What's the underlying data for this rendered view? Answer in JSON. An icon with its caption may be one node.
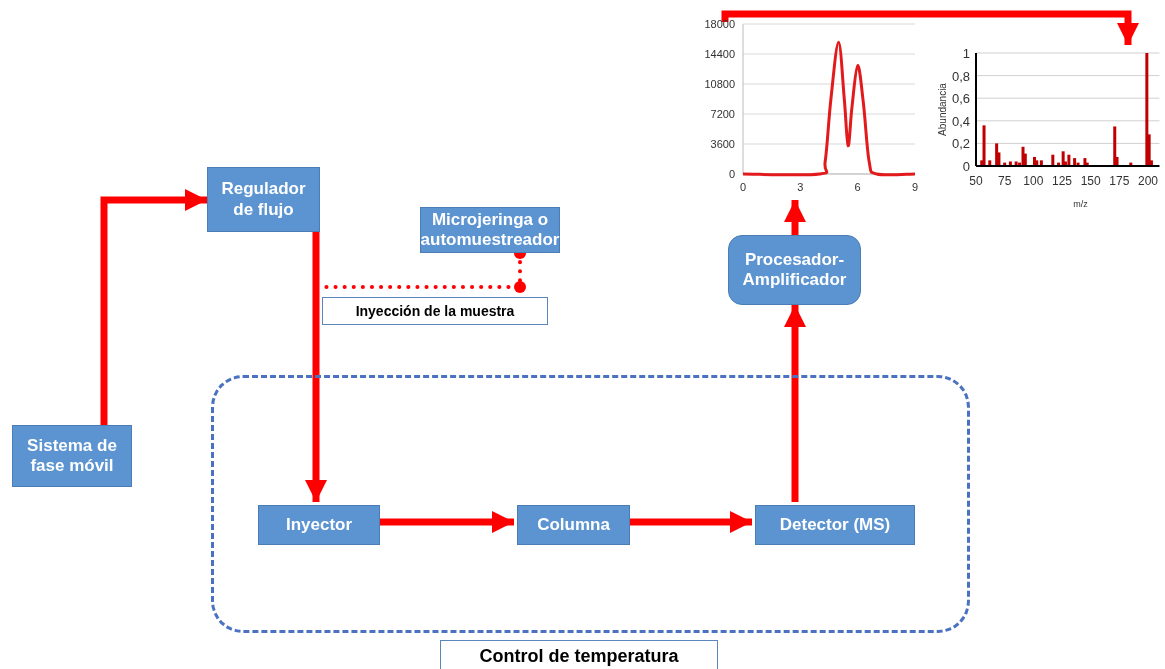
{
  "diagram": {
    "nodes": [
      {
        "text": [
          "Regulador de flujo"
        ]
      },
      {
        "text": [
          "Microjeringa o automuestreador"
        ]
      },
      {
        "text": [
          "Procesador-Amplificador"
        ]
      },
      {
        "text": [
          "Sistema de fase móvil"
        ]
      },
      {
        "text": [
          "Control de temperatura"
        ]
      },
      {
        "text": [
          "Inyector"
        ],
        "in": 4
      },
      {
        "text": [
          "Columna"
        ],
        "in": 4
      },
      {
        "text": [
          "Detector (MS)"
        ],
        "in": 4
      },
      {
        "text": [],
        "shape": "chart"
      },
      {
        "text": [],
        "shape": "chart"
      }
    ],
    "edges": [
      {
        "from": 3,
        "to": 0,
        "arrow": "to"
      },
      {
        "from": 0,
        "to": 5,
        "arrow": "to"
      },
      {
        "from": 1,
        "to": null,
        "arrow": "other",
        "style": "dashed",
        "label": "Inyección de la muestra"
      },
      {
        "from": 5,
        "to": 6,
        "arrow": "to"
      },
      {
        "from": 6,
        "to": 7,
        "arrow": "to"
      },
      {
        "from": 7,
        "to": 2,
        "arrow": "to"
      },
      {
        "from": 2,
        "to": 8,
        "arrow": "to"
      },
      {
        "from": 8,
        "to": 9,
        "arrow": "to"
      }
    ],
    "chart_data": [
      {
        "type": "line",
        "x": [
          0,
          4,
          4.3,
          4.6,
          5,
          5.3,
          5.5,
          5.7,
          6,
          6.3,
          6.6,
          7,
          9
        ],
        "series": [
          {
            "color": "#e31a1c",
            "values": [
              0,
              0,
              1500,
              9000,
              15800,
              9000,
              3400,
              8000,
              13000,
              8500,
              1500,
              0,
              0
            ]
          }
        ],
        "grid": true,
        "xlim": [
          0,
          9
        ],
        "ylim": [
          0,
          18000
        ],
        "xticks": [
          0,
          3,
          6,
          9
        ],
        "yticks": [
          0,
          3600,
          7200,
          10800,
          14400,
          18000
        ]
      },
      {
        "type": "bar",
        "xlabel": "m/z",
        "ylabel": "Abundancia",
        "x": [
          55,
          57,
          62,
          68,
          70,
          75,
          80,
          85,
          88,
          91,
          93,
          101,
          103,
          107,
          117,
          122,
          126,
          128,
          131,
          136,
          139,
          145,
          147,
          171,
          173,
          185,
          199,
          201,
          203
        ],
        "values": [
          0.05,
          0.36,
          0.05,
          0.2,
          0.12,
          0.03,
          0.04,
          0.04,
          0.03,
          0.17,
          0.11,
          0.08,
          0.05,
          0.05,
          0.1,
          0.03,
          0.13,
          0.04,
          0.1,
          0.07,
          0.03,
          0.07,
          0.03,
          0.35,
          0.08,
          0.03,
          1,
          0.28,
          0.05
        ],
        "grid": true,
        "xlim": [
          50,
          210
        ],
        "ylim": [
          0,
          1
        ],
        "xticks": [
          50,
          75,
          100,
          125,
          150,
          175,
          200
        ],
        "yticks": [
          0,
          {
            "value": 0.2,
            "label": "0,2"
          },
          {
            "value": 0.4,
            "label": "0,4"
          },
          {
            "value": 0.6,
            "label": "0,6"
          },
          {
            "value": 0.8,
            "label": "0,8"
          },
          1
        ]
      }
    ]
  }
}
